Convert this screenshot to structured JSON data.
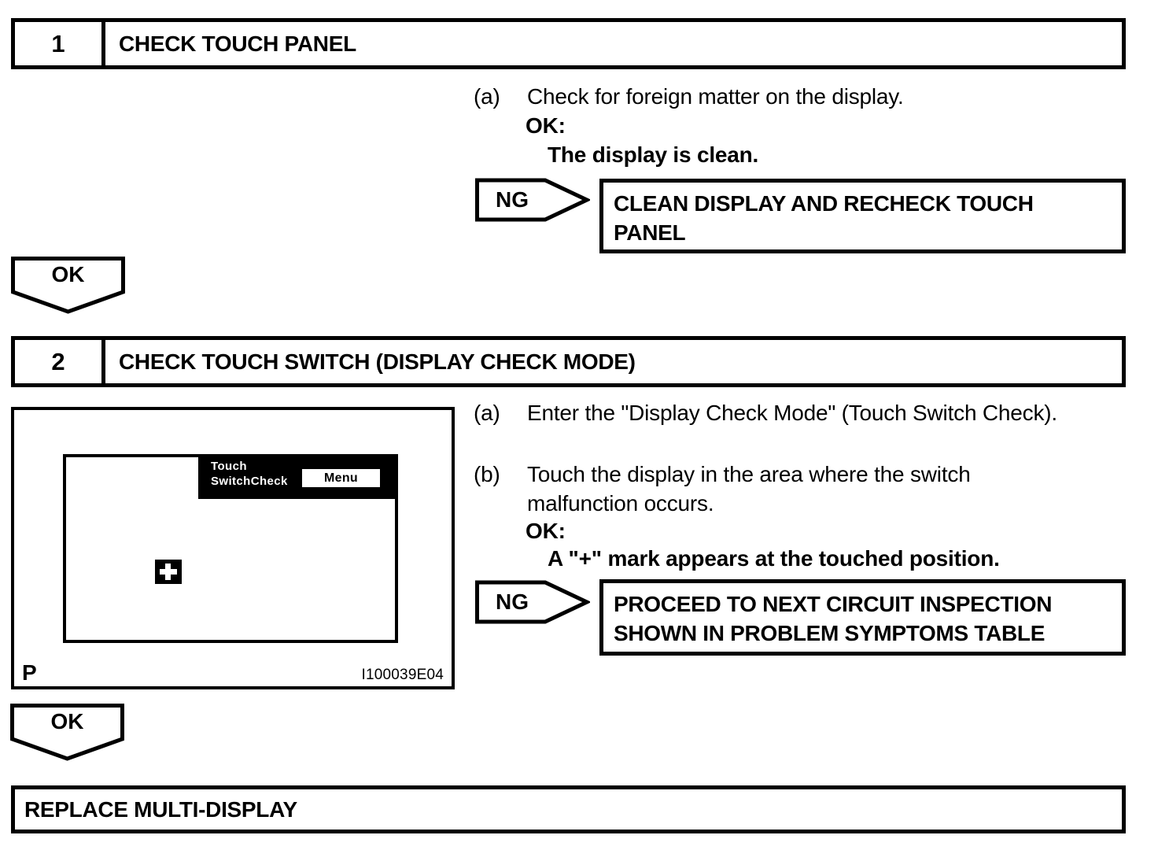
{
  "steps": [
    {
      "number": "1",
      "title": "CHECK TOUCH PANEL",
      "items": [
        {
          "label": "(a)",
          "lines": [
            "Check for foreign matter on the display."
          ]
        }
      ],
      "ok_heading": "OK:",
      "ok_criteria": "The display is clean.",
      "ng_label": "NG",
      "ng_action_lines": [
        "CLEAN DISPLAY AND RECHECK TOUCH",
        "PANEL"
      ],
      "ok_connector_label": "OK"
    },
    {
      "number": "2",
      "title": "CHECK TOUCH SWITCH (DISPLAY CHECK MODE)",
      "items": [
        {
          "label": "(a)",
          "lines": [
            "Enter the \"Display Check Mode\" (Touch Switch Check)."
          ]
        },
        {
          "label": "(b)",
          "lines": [
            "Touch the display in the area where the switch",
            "malfunction occurs."
          ]
        }
      ],
      "ok_heading": "OK:",
      "ok_criteria": "A \"+\" mark appears at the touched position.",
      "ng_label": "NG",
      "ng_action_lines": [
        "PROCEED TO NEXT CIRCUIT INSPECTION",
        "SHOWN IN PROBLEM SYMPTOMS TABLE"
      ],
      "ok_connector_label": "OK"
    }
  ],
  "figure": {
    "screen_mode_label_lines": [
      "Touch",
      "SwitchCheck"
    ],
    "menu_button_label": "Menu",
    "plus_mark": "+",
    "page_position_label": "P",
    "figure_code": "I100039E04"
  },
  "final_action": "REPLACE MULTI-DISPLAY",
  "colors": {
    "ink": "#000000",
    "paper": "#ffffff",
    "screen_bar": "#000000"
  }
}
